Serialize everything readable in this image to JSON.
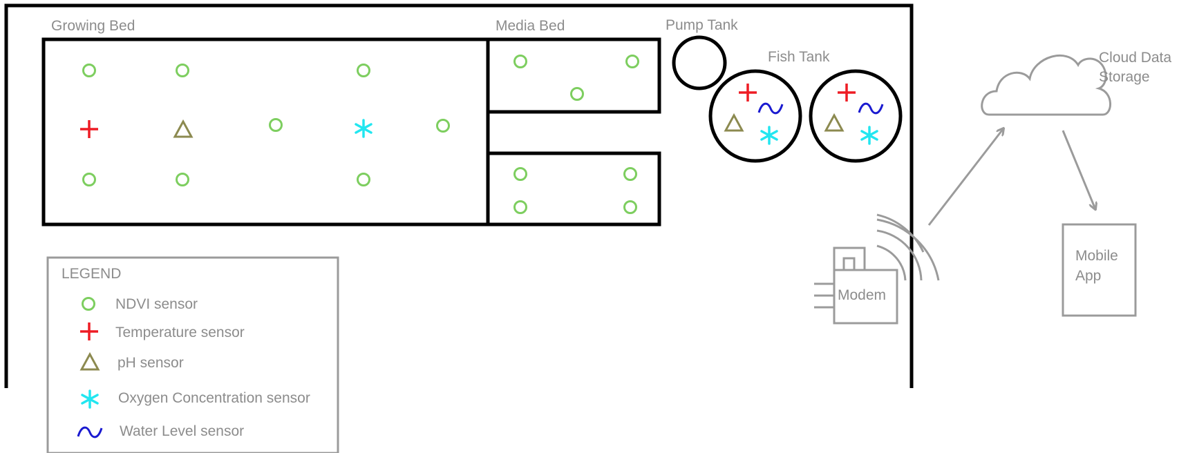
{
  "labels": {
    "growing_bed": "Growing Bed",
    "media_bed": "Media Bed",
    "pump_tank": "Pump Tank",
    "fish_tank": "Fish Tank",
    "cloud_line1": "Cloud Data",
    "cloud_line2": "Storage",
    "modem": "Modem",
    "mobile_line1": "Mobile",
    "mobile_line2": "App"
  },
  "legend": {
    "title": "LEGEND",
    "items": [
      {
        "icon": "ndvi-sensor-icon",
        "label": "NDVI sensor"
      },
      {
        "icon": "temperature-sensor-icon",
        "label": "Temperature sensor"
      },
      {
        "icon": "ph-sensor-icon",
        "label": "pH sensor"
      },
      {
        "icon": "oxygen-sensor-icon",
        "label": "Oxygen Concentration sensor"
      },
      {
        "icon": "water-level-sensor-icon",
        "label": "Water Level sensor"
      }
    ]
  },
  "colors": {
    "ndvi": "#7dce5f",
    "temperature": "#ee1c24",
    "ph": "#8c8a50",
    "oxygen": "#22e6f0",
    "water_level": "#1a1ad0",
    "outline": "#000000",
    "gray": "#9b9b9b"
  }
}
